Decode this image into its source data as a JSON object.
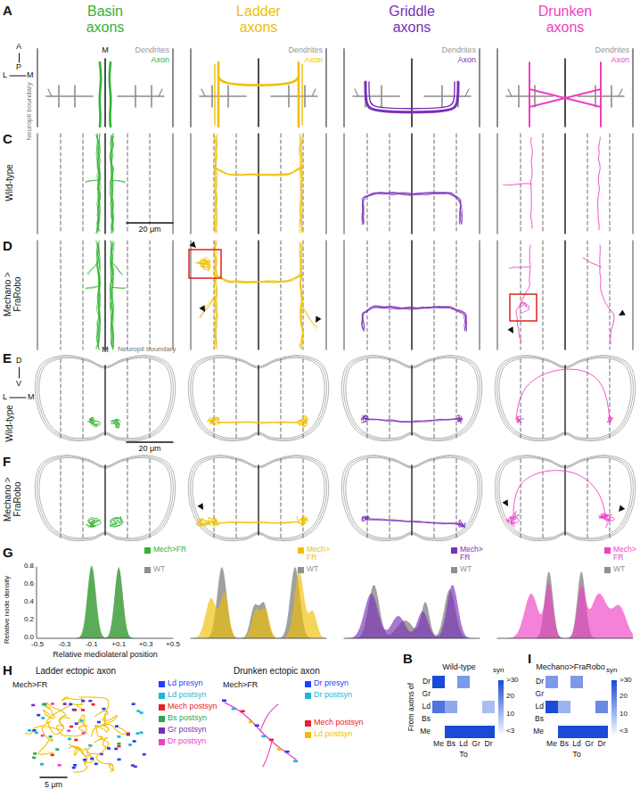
{
  "diagram": {
    "labels": [
      "A",
      "Basin axons",
      "Ladder axons",
      "Griddle axons",
      "Drunken axons",
      "A",
      "P",
      "L",
      "M",
      "M",
      "Neuropil boundary",
      "Dendrites",
      "Axon",
      "Dendrites",
      "Axon",
      "Dendrites",
      "Axon",
      "Dendrites",
      "Axon",
      "C",
      "Wild-type",
      "20 μm",
      "D",
      "Mechano > FraRobo",
      "E",
      "D",
      "M",
      "Neuropil boundary",
      "V",
      "L",
      "M",
      "Wild-type",
      "20 μm",
      "F",
      "Mechano > FraRobo",
      "G",
      "Relative node density",
      "0.8",
      "0.6",
      "0.4",
      "0.2",
      "0.0",
      "-0.5",
      "-0.3",
      "-0.1",
      "+0.1",
      "+0.3",
      "+0.5",
      "Relative mediolateral position",
      "H",
      "Ladder ectopic axon",
      "Mech>FR",
      "5 μm",
      "Drunken ectopic axon",
      "Mech>FR",
      "B",
      "Wild-type",
      "From axons of",
      "Dr",
      "Gr",
      "Ld",
      "Bs",
      "Me",
      "Me",
      "Bs",
      "Ld",
      "Gr",
      "Dr",
      "To",
      "syn",
      ">30",
      "20",
      "10",
      "<3",
      "I",
      "Mechano>FraRobo",
      "Dr",
      "Gr",
      "Ld",
      "Bs",
      "Me",
      "Me",
      "Bs",
      "Ld",
      "Gr",
      "Dr",
      "To",
      "syn",
      ">30",
      "20",
      "10",
      "<3"
    ],
    "legend": [
      {
        "text": "Mech>FR",
        "color": "#34b233"
      },
      {
        "text": "WT",
        "color": "#8f8f8f"
      },
      {
        "text": "Mech> FR",
        "color": "#efbf00"
      },
      {
        "text": "WT",
        "color": "#8f8f8f"
      },
      {
        "text": "Mech> FR",
        "color": "#7a2fb8"
      },
      {
        "text": "WT",
        "color": "#8f8f8f"
      },
      {
        "text": "Mech> FR",
        "color": "#ee3fc4"
      },
      {
        "text": "WT",
        "color": "#8f8f8f"
      },
      {
        "text": "Ld presyn",
        "color": "#1f3fff"
      },
      {
        "text": "Ld postsyn",
        "color": "#19b8d8"
      },
      {
        "text": "Mech postsyn",
        "color": "#e8202a"
      },
      {
        "text": "Bs postsyn",
        "color": "#2aa84a"
      },
      {
        "text": "Gr postsyn",
        "color": "#7a2fb8"
      },
      {
        "text": "Dr postsyn",
        "color": "#ee3fc4"
      },
      {
        "text": "Dr presyn",
        "color": "#1f3fff"
      },
      {
        "text": "Dr postsyn",
        "color": "#19b8d8"
      },
      {
        "text": "Mech postsyn",
        "color": "#e8202a"
      },
      {
        "text": "Ld postsyn",
        "color": "#efbf00"
      }
    ]
  }
}
